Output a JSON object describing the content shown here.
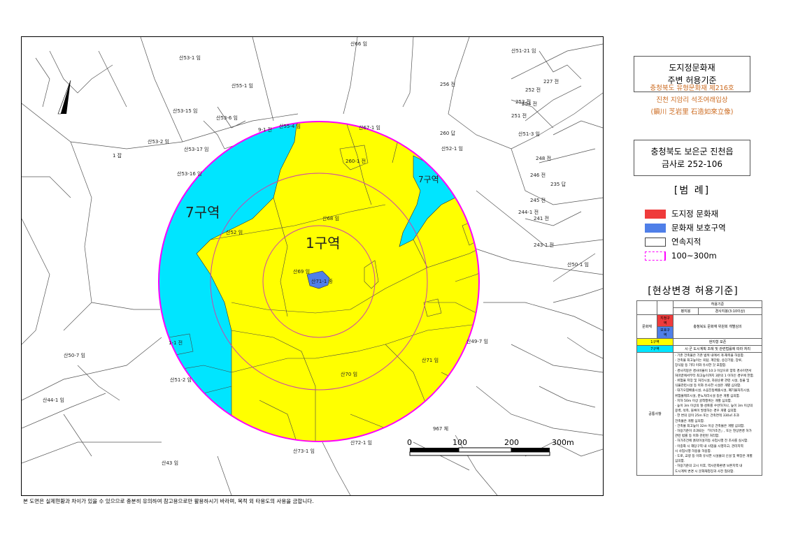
{
  "map": {
    "zone_labels": {
      "zone1": "1구역",
      "zone7_west": "7구역",
      "zone7_east": "7구역"
    },
    "site_label": "산71-1 종",
    "parcels": [
      "산66 임",
      "산51-21 임",
      "산53-1 임",
      "산55-1 임",
      "산53-15 임",
      "산53-2 임",
      "1 잡",
      "산53-16 임",
      "산53-17 임",
      "산52 임",
      "산68 임",
      "산69 임",
      "산70 임",
      "산71 임",
      "산72-1 임",
      "산73-1 임",
      "산43 임",
      "산44-1 임",
      "산50-7 임",
      "산51-2 임",
      "1-1 전",
      "260 답",
      "260-1 전",
      "산52-1 임",
      "253 전",
      "251 전",
      "256 전",
      "산51-3 임",
      "235 답",
      "245 전",
      "244-1 전",
      "241 전",
      "243-1 전",
      "산50-1 임",
      "산49-7 임",
      "967 체",
      "산67-1 임",
      "9-1 전",
      "산55-4 임",
      "산53-6 임",
      "227 전",
      "248 전",
      "246 전",
      "252 전",
      "254 전"
    ],
    "scale": {
      "labels": [
        "0",
        "100",
        "200",
        "300m"
      ]
    }
  },
  "disclaimer": "본 도면은 실제현황과 차이가 있을 수 있으므로 충분히 유의하여 참고용으로만 활용하시기 바라며, 목적 외 타용도의 사용을 금합니다.",
  "panel": {
    "title_line1": "도지정문화재",
    "title_line2": "주변 허용기준",
    "heritage_line1": "충청북도 유형문화재 제216호",
    "heritage_line2": "진천 지암리 석조여래입상",
    "heritage_line3": "(鎭川 芝岩里 石造如來立像)",
    "address_line1": "충청북도 보은군 진천읍",
    "address_line2": "금사로 252-106",
    "legend_title": "[범       례]",
    "legend": [
      {
        "label": "도지정 문화재",
        "color": "#ef3b3b"
      },
      {
        "label": "문화재 보호구역",
        "color": "#4f7fe8"
      },
      {
        "label": "연속지적",
        "color": "#ffffff"
      },
      {
        "label": "100~300m",
        "color": "#ffffff"
      }
    ],
    "rules_title": "[현상변경 허용기준]",
    "table": {
      "header": "허용기준",
      "col_flat": "평지붕",
      "col_slope": "경사지붕(3:10이상)",
      "row_heritage": "문화재",
      "tag_designated": "지정구역",
      "tag_protect": "보호구역",
      "heritage_rule": "충청북도 문화재 위원회 개별심의",
      "zone1_label": "1구역",
      "zone1_rule": "현지형 보존",
      "zone7_label": "7구역",
      "zone7_rule": "시·군 도시계획 조례 및 관련법률에 따라 처리",
      "common_label": "공통사항",
      "notes": [
        "- 기존 건축물은 기존 범위 내에서 개·재축을 허용함.",
        "- 건축물 최고높이는 옥탑, 계단탑, 승강기탑, 장루,",
        "  장식탑 등 기타 이와 유사한 것 포함함.",
        "- 경사지붕은 경사비율이 10:3 이상으로 양쪽 경사이면서",
        "  처마끝에서부터 최고높이까지 3분의 1 이하인 경우에 한함.",
        "- 위험물 저장 및 처리시설, 자원순환 관련 시설, 동물 및",
        "  식물관련시설 등 이와 유사한 시설은 개별 심의함.",
        "- 대기오염배출시설, 소음진동배출시설, 폐기물처리시설,",
        "  위험물제조시설, 분뇨처리시설 등은 개별 심의함.",
        "- 지하 50m 이상 굴착행위는 개별 심의함.",
        "- 높이 3m 이상의 절·성토를 수반하거나, 높이 3m 이상의",
        "  옹벽, 석축, 블록이 발생하는 경우 개별 심의함.",
        "- 한 변의 길이 25m 또는 건축면적 330㎡ 초과",
        "  건축물은 개별 심의함.",
        "- 건축물 최고높이 32m 이상 건축물은 개별 심의함.",
        "- 허용기준이 초과되는 「허가조건」, 또는 현상변경 허가",
        "  관련 법률 등 이와 관련된 처리함.",
        "- 허가조건에 흙막이설치등 사업시행 전 조사를 실시함.",
        "- 이중화 시 해당구역 내 사업을 시행하고, 관리지역",
        "  시 사업시행 허용을 허용함.",
        "- 도로, 교량 등 이와 유사한 시설물의 신설 및 확장은 개별",
        "  심의함.",
        "- 허용기준의 고시 이후, 역사문화환경 보존지역 내",
        "  도시계획 변경 시 문화재청장과 사전 협의함."
      ]
    }
  },
  "colors": {
    "zone1": "#ffff00",
    "zone7": "#00e5ff",
    "ring": "#ff00ff",
    "designated": "#4f7fe8"
  }
}
